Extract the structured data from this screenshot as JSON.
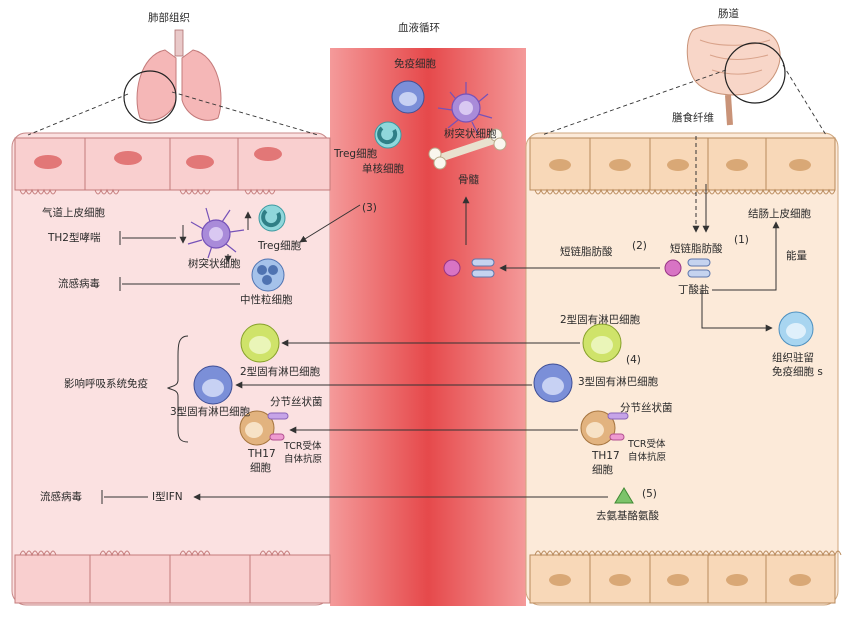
{
  "regions": {
    "lung": "肺部组织",
    "circulation": "血液循环",
    "gut": "肠道"
  },
  "labels": {
    "immune_cells": "免疫细胞",
    "treg_cell": "Treg细胞",
    "monocyte": "单核细胞",
    "dendritic_top": "树突状细胞",
    "bone_marrow": "骨髓",
    "airway_epithelium": "气道上皮细胞",
    "th2_asthma": "TH2型哮喘",
    "treg_small": "Treg细胞",
    "dendritic_left": "树突状细胞",
    "flu_virus_1": "流感病毒",
    "neutrophil": "中性粒细胞",
    "step3": "(3)",
    "scfa_left": "短链脂肪酸",
    "step2": "(2)",
    "fiber": "膳食纤维",
    "colon_epi": "结肠上皮细胞",
    "scfa_right": "短链脂肪酸",
    "step1": "(1)",
    "butyrate": "丁酸盐",
    "energy": "能量",
    "tissue_resident_1": "组织驻留",
    "tissue_resident_2": "免疫细胞 s",
    "ilc2_right": "2型固有淋巴细胞",
    "ilc2_left": "2型固有淋巴细胞",
    "step4": "(4)",
    "respiratory_immunity": "影响呼吸系统免疫",
    "ilc3_right": "3型固有淋巴细胞",
    "ilc3_left": "3型固有淋巴细胞",
    "sfb_left": "分节丝状菌",
    "sfb_right": "分节丝状菌",
    "tcr_left": "TCR受体",
    "self_antigen_left": "自体抗原",
    "tcr_right": "TCR受体",
    "self_antigen_right": "自体抗原",
    "th17_left_1": "TH17",
    "th17_left_2": "细胞",
    "th17_right_1": "TH17",
    "th17_right_2": "细胞",
    "flu_virus_2": "流感病毒",
    "ifn": "I型IFN",
    "step5": "(5)",
    "desaminotyrosine": "去氨基酪氨酸"
  },
  "colors": {
    "lung_bg": "#fbe0e0",
    "lung_cell": "#f7c6c6",
    "lung_nucleus": "#e27777",
    "blood_core": "#e84c4c",
    "blood_edge": "#f59b9b",
    "gut_bg": "#fbe9d9",
    "gut_cell": "#f8d8b8",
    "gut_nucleus": "#d9a876",
    "ilc2": "#c9e25b",
    "ilc3": "#7b8fd8",
    "th17": "#e0b27d",
    "dc": "#a98bd9",
    "monocyte": "#72c6cc",
    "neutrophil": "#7fa2d8",
    "resident": "#8ec7ea",
    "triangle": "#7cc36a"
  }
}
